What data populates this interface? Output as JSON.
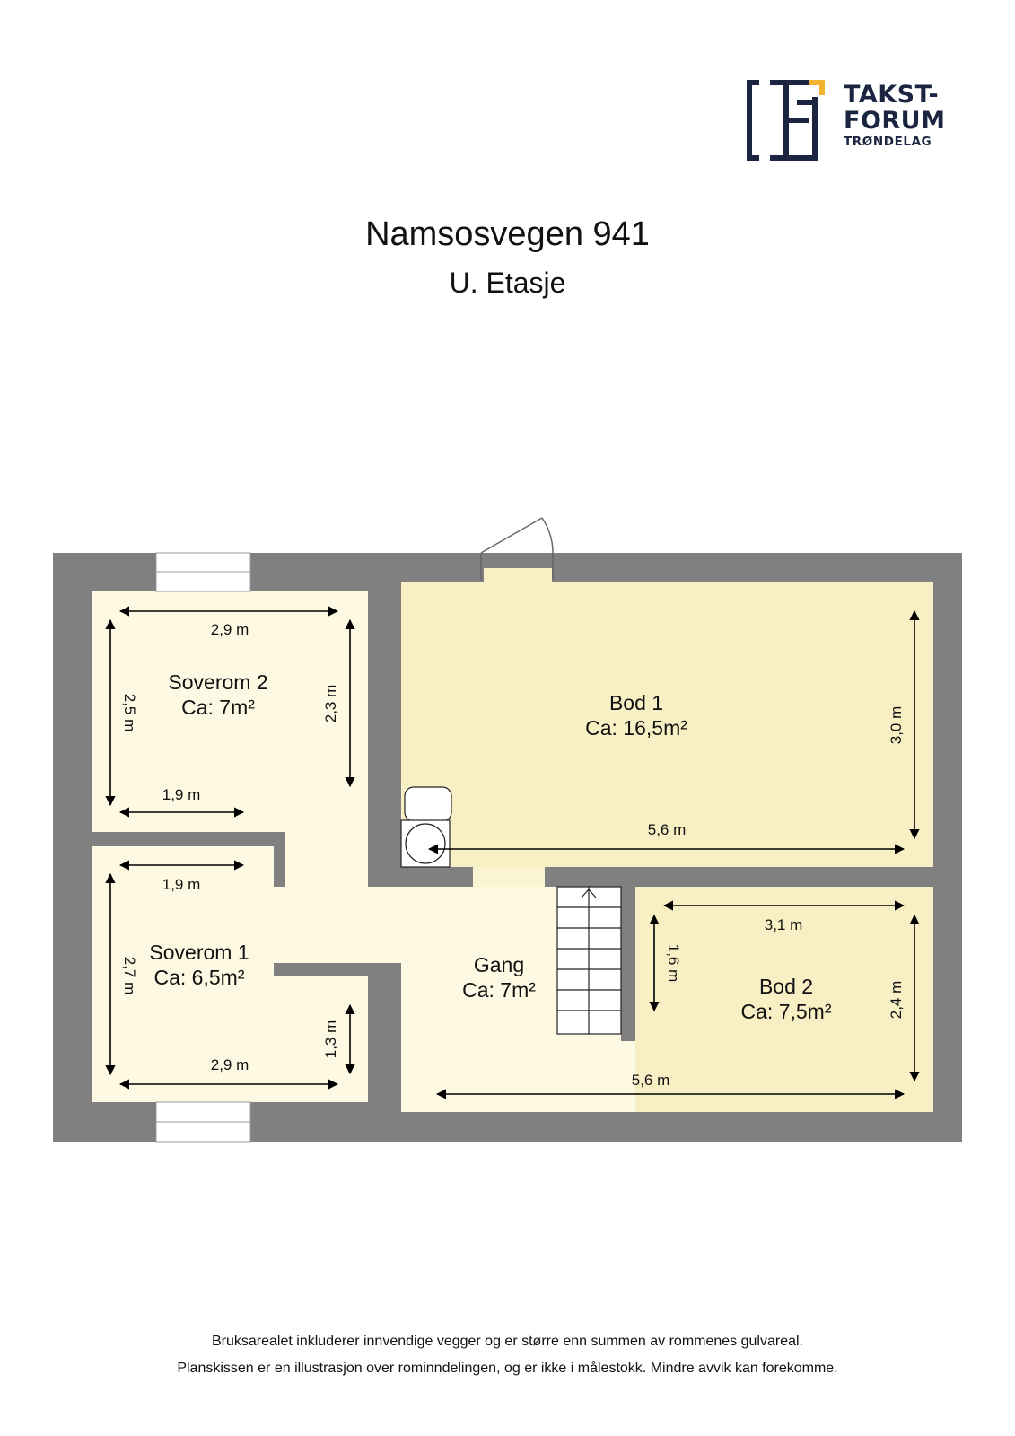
{
  "brand": {
    "line1": "TAKST-",
    "line2": "FORUM",
    "line3": "TRØNDELAG",
    "colors": {
      "navy": "#1b2541",
      "accent": "#f2b230"
    }
  },
  "header": {
    "title": "Namsosvegen 941",
    "subtitle": "U. Etasje"
  },
  "colors": {
    "wall": "#808080",
    "room_light": "#fdf9e3",
    "room_warm": "#f8efc4",
    "line": "#000000"
  },
  "rooms": [
    {
      "id": "soverom-2",
      "name": "Soverom 2",
      "area": "Ca: 7m²"
    },
    {
      "id": "soverom-1",
      "name": "Soverom 1",
      "area": "Ca: 6,5m²"
    },
    {
      "id": "bod-1",
      "name": "Bod 1",
      "area": "Ca: 16,5m²"
    },
    {
      "id": "gang",
      "name": "Gang",
      "area": "Ca: 7m²"
    },
    {
      "id": "bod-2",
      "name": "Bod 2",
      "area": "Ca: 7,5m²"
    }
  ],
  "dimensions": {
    "soverom2_top": "2,9 m",
    "soverom2_left": "2,5 m",
    "soverom2_right": "2,3 m",
    "soverom2_bottom": "1,9 m",
    "soverom1_top": "1,9 m",
    "soverom1_left": "2,7 m",
    "soverom1_right": "1,3 m",
    "soverom1_bottom": "2,9 m",
    "bod1_right": "3,0 m",
    "bod1_bottom": "5,6 m",
    "bod2_top": "3,1 m",
    "bod2_left": "1,6 m",
    "bod2_right": "2,4 m",
    "gang_bottom": "5,6 m"
  },
  "footer": {
    "line1": "Bruksarealet inkluderer innvendige vegger og er større enn summen av rommenes gulvareal.",
    "line2": "Planskissen er en illustrasjon over rominndelingen, og er ikke i målestokk. Mindre avvik kan forekomme."
  }
}
